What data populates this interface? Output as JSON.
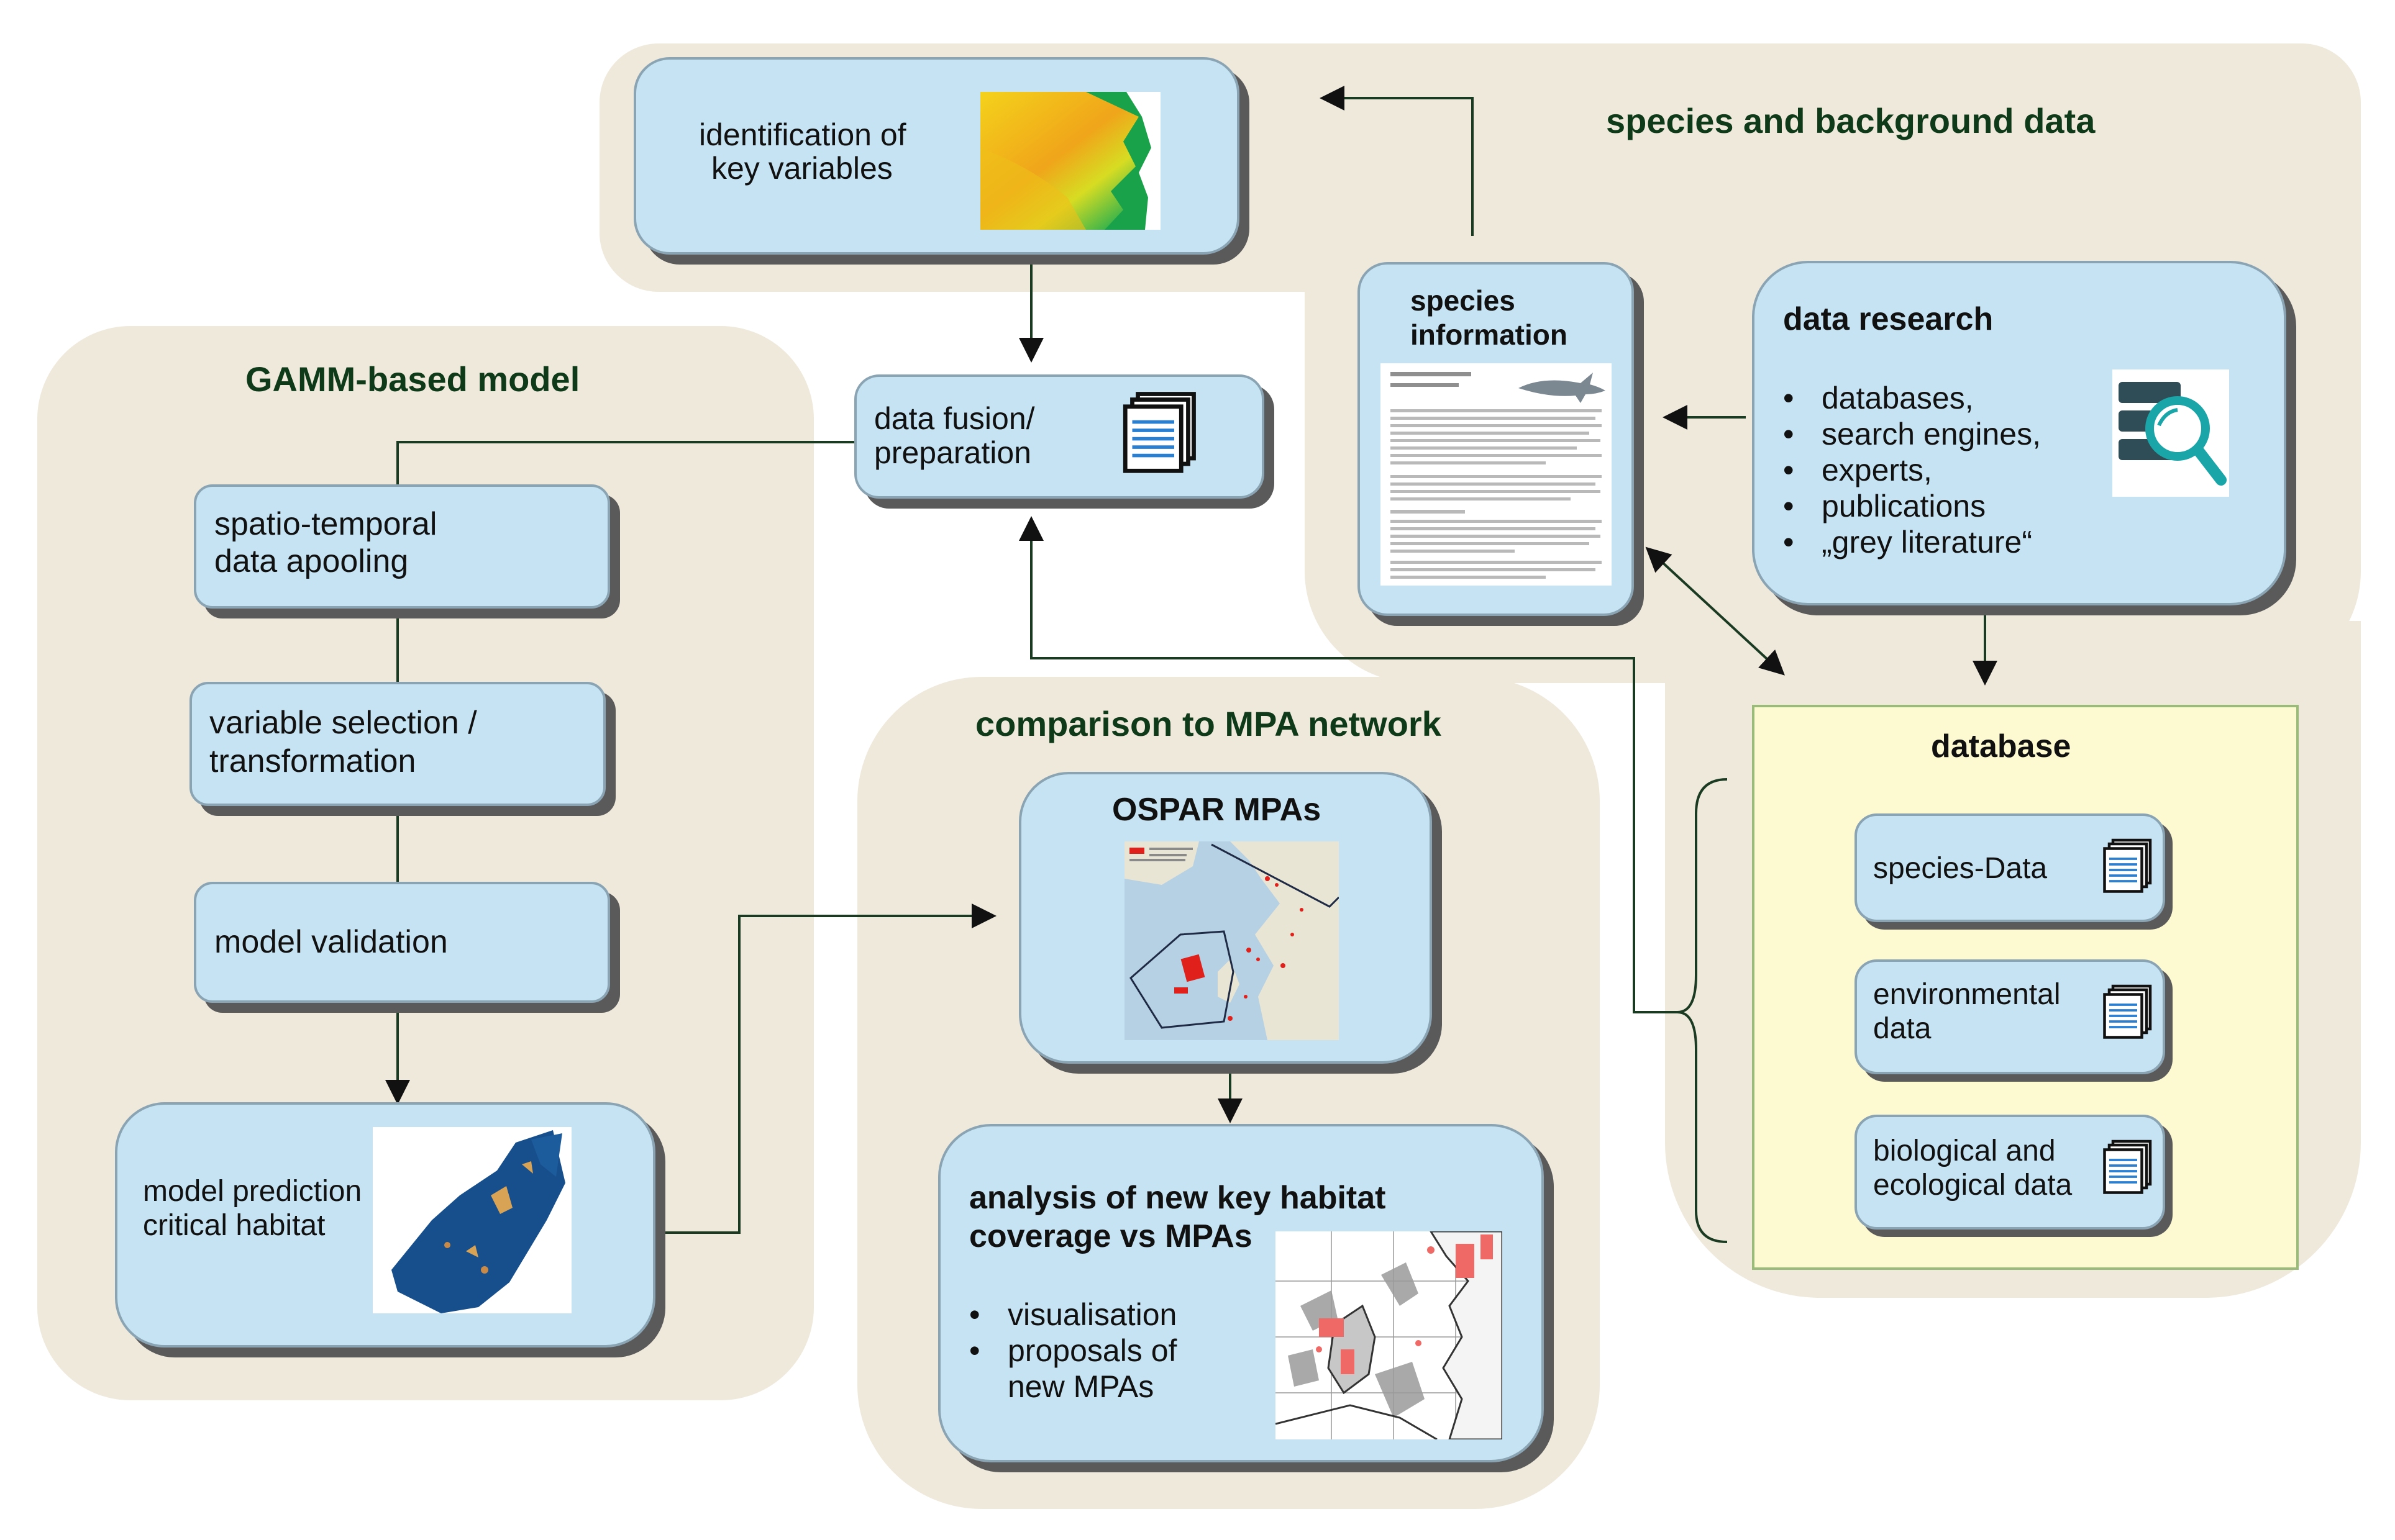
{
  "regions": {
    "species_background": {
      "title": "species and background data"
    },
    "gamm_model": {
      "title": "GAMM-based model"
    },
    "mpa_comparison": {
      "title": "comparison to MPA network"
    }
  },
  "boxes": {
    "key_variables": {
      "label_line1": "identification of",
      "label_line2": "key variables"
    },
    "data_fusion": {
      "label_line1": "data fusion/",
      "label_line2": "preparation"
    },
    "species_info": {
      "label_line1": "species",
      "label_line2": "information"
    },
    "data_research": {
      "title": "data research",
      "items": [
        "databases,",
        "search engines,",
        "experts,",
        "publications",
        "„grey literature“"
      ]
    },
    "database": {
      "title": "database",
      "items": [
        {
          "line1": "species-Data",
          "line2": ""
        },
        {
          "line1": "environmental",
          "line2": "data"
        },
        {
          "line1": "biological and",
          "line2": "ecological data"
        }
      ]
    },
    "spatio_temporal": {
      "label_line1": "spatio-temporal",
      "label_line2": "data apooling"
    },
    "variable_selection": {
      "label_line1": "variable selection /",
      "label_line2": "transformation"
    },
    "model_validation": {
      "label": "model validation"
    },
    "model_prediction": {
      "label_line1": "model prediction",
      "label_line2": "critical habitat"
    },
    "ospar": {
      "title": "OSPAR MPAs"
    },
    "analysis": {
      "title_line1": "analysis of new key habitat",
      "title_line2": "coverage vs MPAs",
      "items": [
        "visualisation",
        "proposals of",
        "new MPAs"
      ]
    }
  },
  "colors": {
    "region_fill": "#efe9db",
    "box_fill": "#c5e3f2",
    "database_fill": "#fdfad1",
    "title_green": "#0f3a1a",
    "connector": "#1b3a22",
    "mpa_red": "#e0201b"
  },
  "icons": [
    "document-stack-icon",
    "database-search-icon",
    "shark-icon"
  ]
}
